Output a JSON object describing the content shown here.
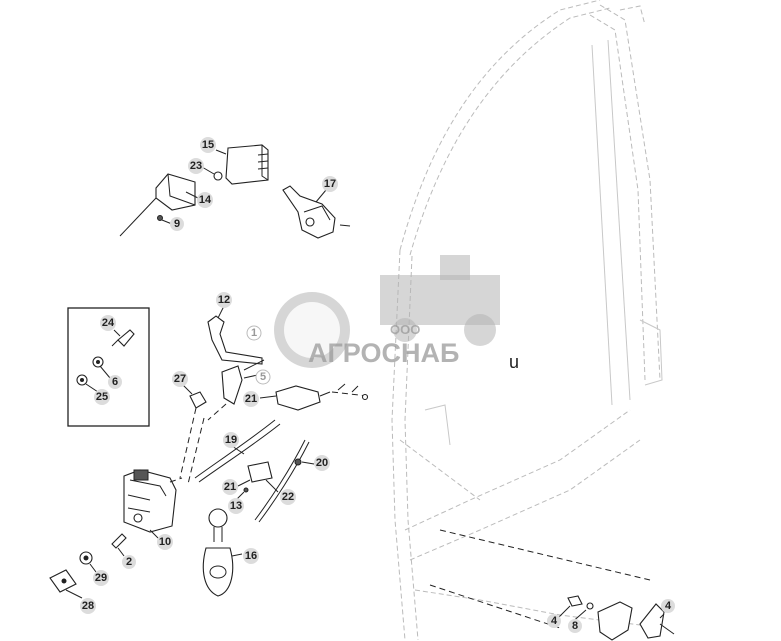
{
  "callouts": [
    {
      "id": "c15",
      "label": "15"
    },
    {
      "id": "c23",
      "label": "23"
    },
    {
      "id": "c14",
      "label": "14"
    },
    {
      "id": "c9",
      "label": "9"
    },
    {
      "id": "c17",
      "label": "17"
    },
    {
      "id": "c12",
      "label": "12"
    },
    {
      "id": "c1",
      "label": "1"
    },
    {
      "id": "c5",
      "label": "5"
    },
    {
      "id": "c24",
      "label": "24"
    },
    {
      "id": "c6",
      "label": "6"
    },
    {
      "id": "c25",
      "label": "25"
    },
    {
      "id": "c27",
      "label": "27"
    },
    {
      "id": "c21a",
      "label": "21"
    },
    {
      "id": "c19",
      "label": "19"
    },
    {
      "id": "c20",
      "label": "20"
    },
    {
      "id": "c21b",
      "label": "21"
    },
    {
      "id": "c22",
      "label": "22"
    },
    {
      "id": "c13",
      "label": "13"
    },
    {
      "id": "c10",
      "label": "10"
    },
    {
      "id": "c2",
      "label": "2"
    },
    {
      "id": "c16",
      "label": "16"
    },
    {
      "id": "c29",
      "label": "29"
    },
    {
      "id": "c28",
      "label": "28"
    },
    {
      "id": "c4a",
      "label": "4"
    },
    {
      "id": "c8",
      "label": "8"
    },
    {
      "id": "c4b",
      "label": "4"
    }
  ],
  "watermark": {
    "company_prefix": "ООО",
    "company_name": "АГРОСНАБ",
    "trailing_letter": "u"
  },
  "colors": {
    "line": "#222222",
    "callout_fill": "#dcdcdc",
    "watermark": "#9a9a9a",
    "cab_outline": "#bbbbbb"
  }
}
